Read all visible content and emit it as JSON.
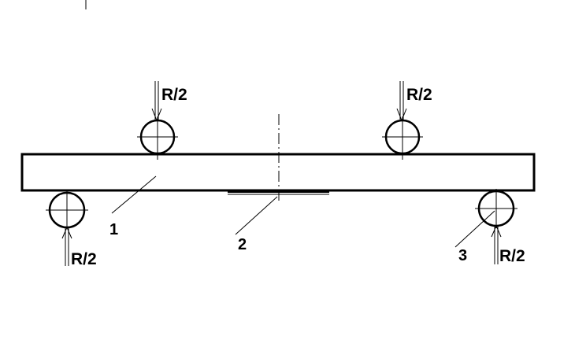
{
  "diagram": {
    "loads": {
      "top_left": "R/2",
      "top_right": "R/2",
      "bottom_left": "R/2",
      "bottom_right": "R/2"
    },
    "callouts": {
      "beam": "1",
      "gauge": "2",
      "roller": "3"
    }
  }
}
